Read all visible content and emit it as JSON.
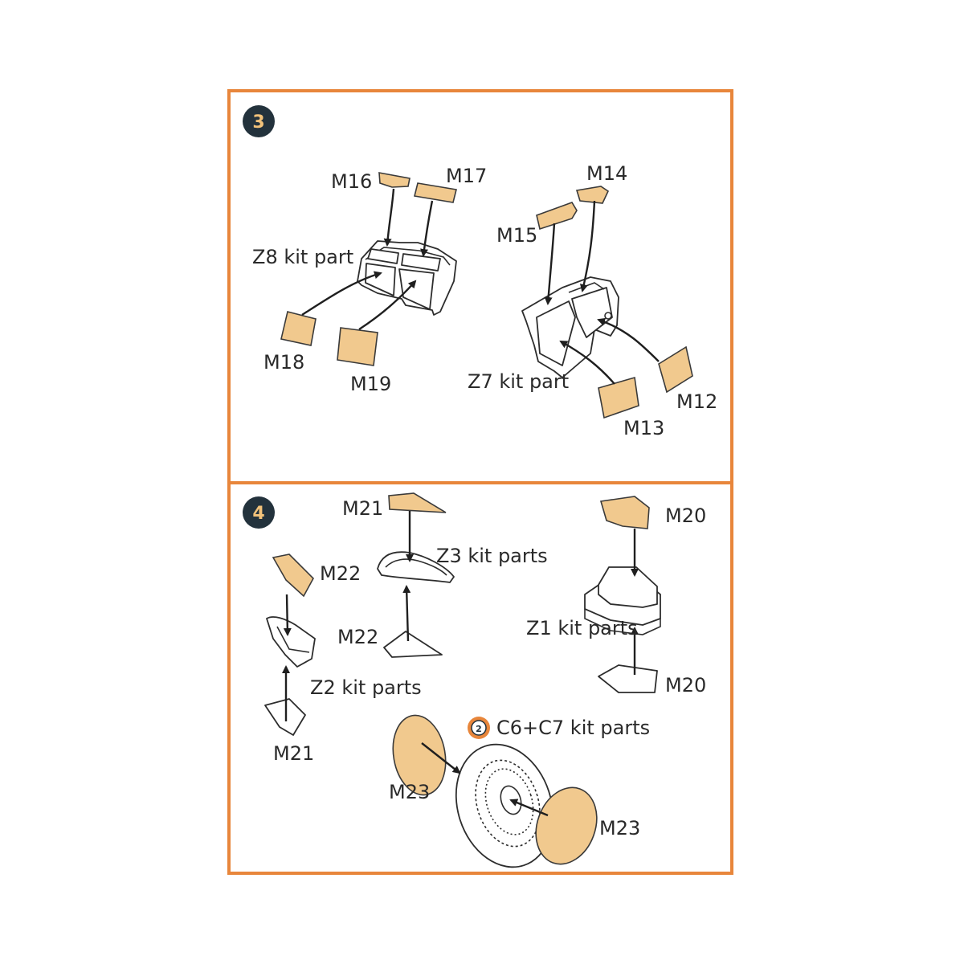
{
  "steps": [
    {
      "number": "3"
    },
    {
      "number": "4"
    }
  ],
  "colors": {
    "frame": "#e8863b",
    "mask": "#f1c98e",
    "step_badge": "#23323c",
    "step_number": "#f2c27a"
  },
  "step3": {
    "masks": {
      "m16": "M16",
      "m17": "M17",
      "m14": "M14",
      "m15": "M15",
      "m18": "M18",
      "m19": "M19",
      "m12": "M12",
      "m13": "M13"
    },
    "parts": {
      "z8": "Z8 kit part",
      "z7": "Z7 kit part"
    }
  },
  "step4": {
    "masks": {
      "m21_top": "M21",
      "m22_top": "M22",
      "m20_top": "M20",
      "m22_mid": "M22",
      "m20_bottom": "M20",
      "m21_bottom": "M21",
      "m23_left": "M23",
      "m23_right": "M23"
    },
    "parts": {
      "z3": "Z3 kit parts",
      "z2": "Z2 kit parts",
      "z1": "Z1 kit parts",
      "c6c7": "C6+C7 kit parts"
    },
    "c6c7_badge_icon": "rotate-2-icon"
  }
}
